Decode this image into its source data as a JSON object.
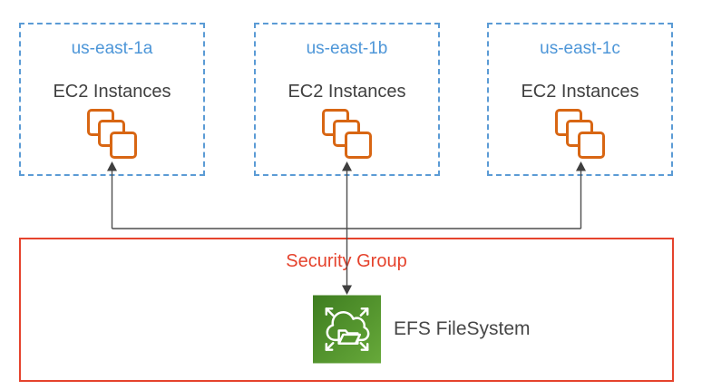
{
  "zones": [
    {
      "name": "us-east-1a",
      "service": "EC2 Instances"
    },
    {
      "name": "us-east-1b",
      "service": "EC2 Instances"
    },
    {
      "name": "us-east-1c",
      "service": "EC2 Instances"
    }
  ],
  "security_group_label": "Security Group",
  "efs_label": "EFS FileSystem",
  "icons": {
    "ec2_stack": "ec2-instances-icon",
    "efs": "efs-filesystem-icon"
  },
  "colors": {
    "az_border_blue": "#5B9BD5",
    "az_label_blue": "#4D96D8",
    "ec2_orange": "#D86613",
    "text_dark": "#404040",
    "security_red": "#E5432D",
    "connector_gray": "#4D4D4D",
    "efs_green_dark": "#3E7D20",
    "efs_green_light": "#67A93A"
  }
}
